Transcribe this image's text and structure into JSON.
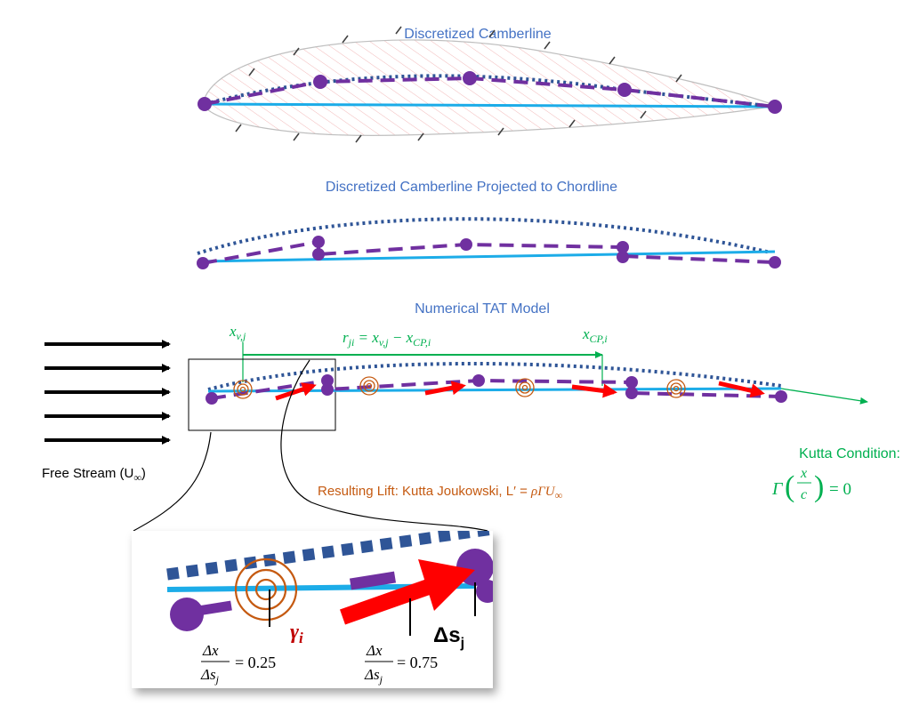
{
  "sections": {
    "camberline_title": "Discretized Camberline",
    "projected_title": "Discretized Camberline Projected to Chordline",
    "tat_title": "Numerical TAT Model"
  },
  "labels": {
    "xvj_main": "x",
    "xvj_sub": "v,j",
    "rji_main": "r",
    "rji_sub": "ji",
    "rji_eq": " = x",
    "rji_sub2": "v,j",
    "rji_minus": " − x",
    "rji_sub3": "CP,i",
    "xcpi_main": "x",
    "xcpi_sub": "CP,i",
    "free_stream": "Free Stream (U",
    "free_stream_inf": "∞",
    "free_stream_close": ")",
    "lift_prefix": "Resulting Lift: Kutta Joukowski, L′ = ",
    "lift_formula": "ρΓU",
    "lift_inf": "∞",
    "kutta_title": "Kutta Condition:",
    "kutta_formula_gamma": "Γ",
    "kutta_formula_x": "x",
    "kutta_formula_c": "c",
    "kutta_formula_eq": "= 0",
    "gamma_i": "γ",
    "gamma_i_sub": "i",
    "delta_s_j": "Δs",
    "delta_s_j_sub": "j",
    "ratio1_num": "Δx",
    "ratio1_den": "Δs",
    "ratio1_den_sub": "j",
    "ratio1_val": "= 0.25",
    "ratio2_num": "Δx",
    "ratio2_den": "Δs",
    "ratio2_den_sub": "j",
    "ratio2_val": "= 0.75"
  },
  "colors": {
    "chord": "#1CACE8",
    "camber_dotted": "#2F5597",
    "dashed": "#7030A0",
    "node": "#7030A0",
    "vortex": "#C55A11",
    "control_arrow": "#FF0000",
    "green": "#00B050",
    "title": "#4472C4"
  }
}
